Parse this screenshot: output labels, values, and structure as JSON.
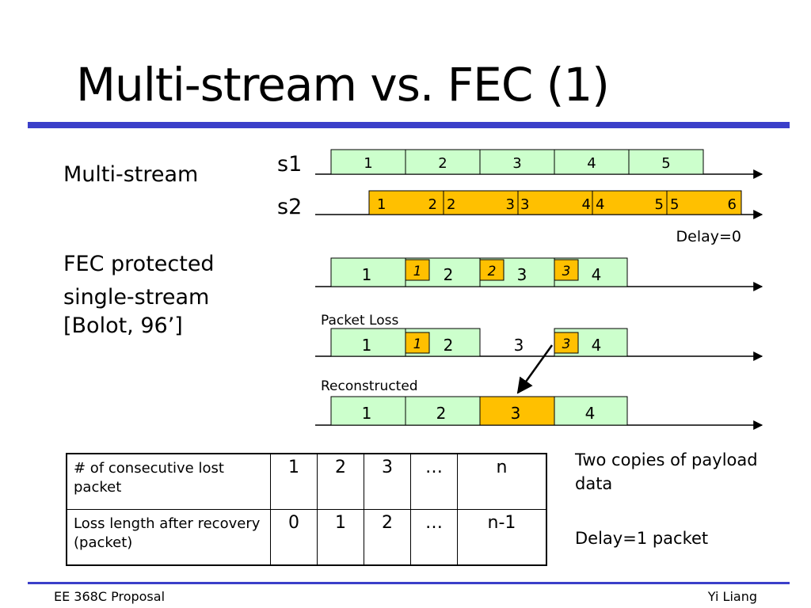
{
  "slide": {
    "title": "Multi-stream vs. FEC (1)",
    "footer_left": "EE 368C Proposal",
    "footer_right": "Yi Liang"
  },
  "left_labels": {
    "multi_stream": "Multi-stream",
    "fec_line1": "FEC protected",
    "fec_line2": "single-stream",
    "fec_line3": "[Bolot, 96’]"
  },
  "streams": {
    "s1_label": "s1",
    "s2_label": "s2",
    "s1_packets": [
      "1",
      "2",
      "3",
      "4",
      "5"
    ],
    "s2_packets": [
      {
        "left": "1",
        "right": "2"
      },
      {
        "left": "2",
        "right": "3"
      },
      {
        "left": "3",
        "right": "4"
      },
      {
        "left": "4",
        "right": "5"
      },
      {
        "left": "5",
        "right": "6"
      }
    ],
    "delay_label": "Delay=0"
  },
  "fec_rows": {
    "full_packets": [
      "1",
      "2",
      "3",
      "4"
    ],
    "fec_tags": [
      "1",
      "2",
      "3"
    ],
    "packet_loss_label": "Packet Loss",
    "loss_packets": [
      "1",
      "2",
      "3",
      "4"
    ],
    "loss_fec_tags": [
      "1",
      "3"
    ],
    "reconstructed_label": "Reconstructed",
    "recon_packets": [
      "1",
      "2",
      "3",
      "4"
    ]
  },
  "table": {
    "row1_header": "# of consecutive lost packet",
    "row1_values": [
      "1",
      "2",
      "3",
      "…",
      "n"
    ],
    "row2_header": "Loss length after recovery (packet)",
    "row2_values": [
      "0",
      "1",
      "2",
      "…",
      "n-1"
    ]
  },
  "notes": {
    "copies_line1": "Two copies of payload",
    "copies_line2": "data",
    "delay": "Delay=1 packet"
  },
  "colors": {
    "packet_green": "#ccffcc",
    "packet_orange": "#ffc000",
    "rule_blue": "#3b3fc9"
  }
}
